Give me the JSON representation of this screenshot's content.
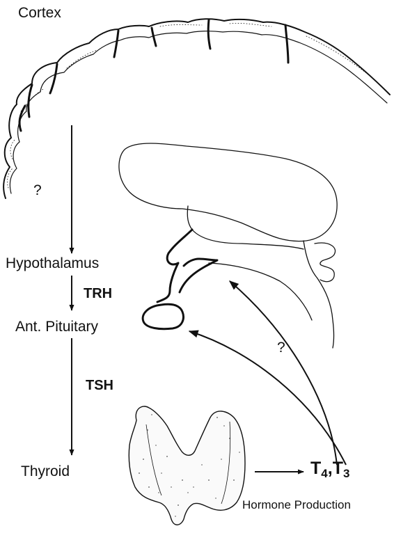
{
  "labels": {
    "cortex": "Cortex",
    "question_cortex": "?",
    "hypothalamus": "Hypothalamus",
    "trh": "TRH",
    "ant_pituitary": "Ant. Pituitary",
    "question_feedback": "?",
    "tsh": "TSH",
    "thyroid": "Thyroid",
    "t4": "T",
    "t4_sub": "4",
    "comma": ",",
    "t3": "T",
    "t3_sub": "3",
    "hormone_production": "Hormone Production"
  },
  "colors": {
    "ink": "#111111",
    "fill": "#ffffff"
  }
}
